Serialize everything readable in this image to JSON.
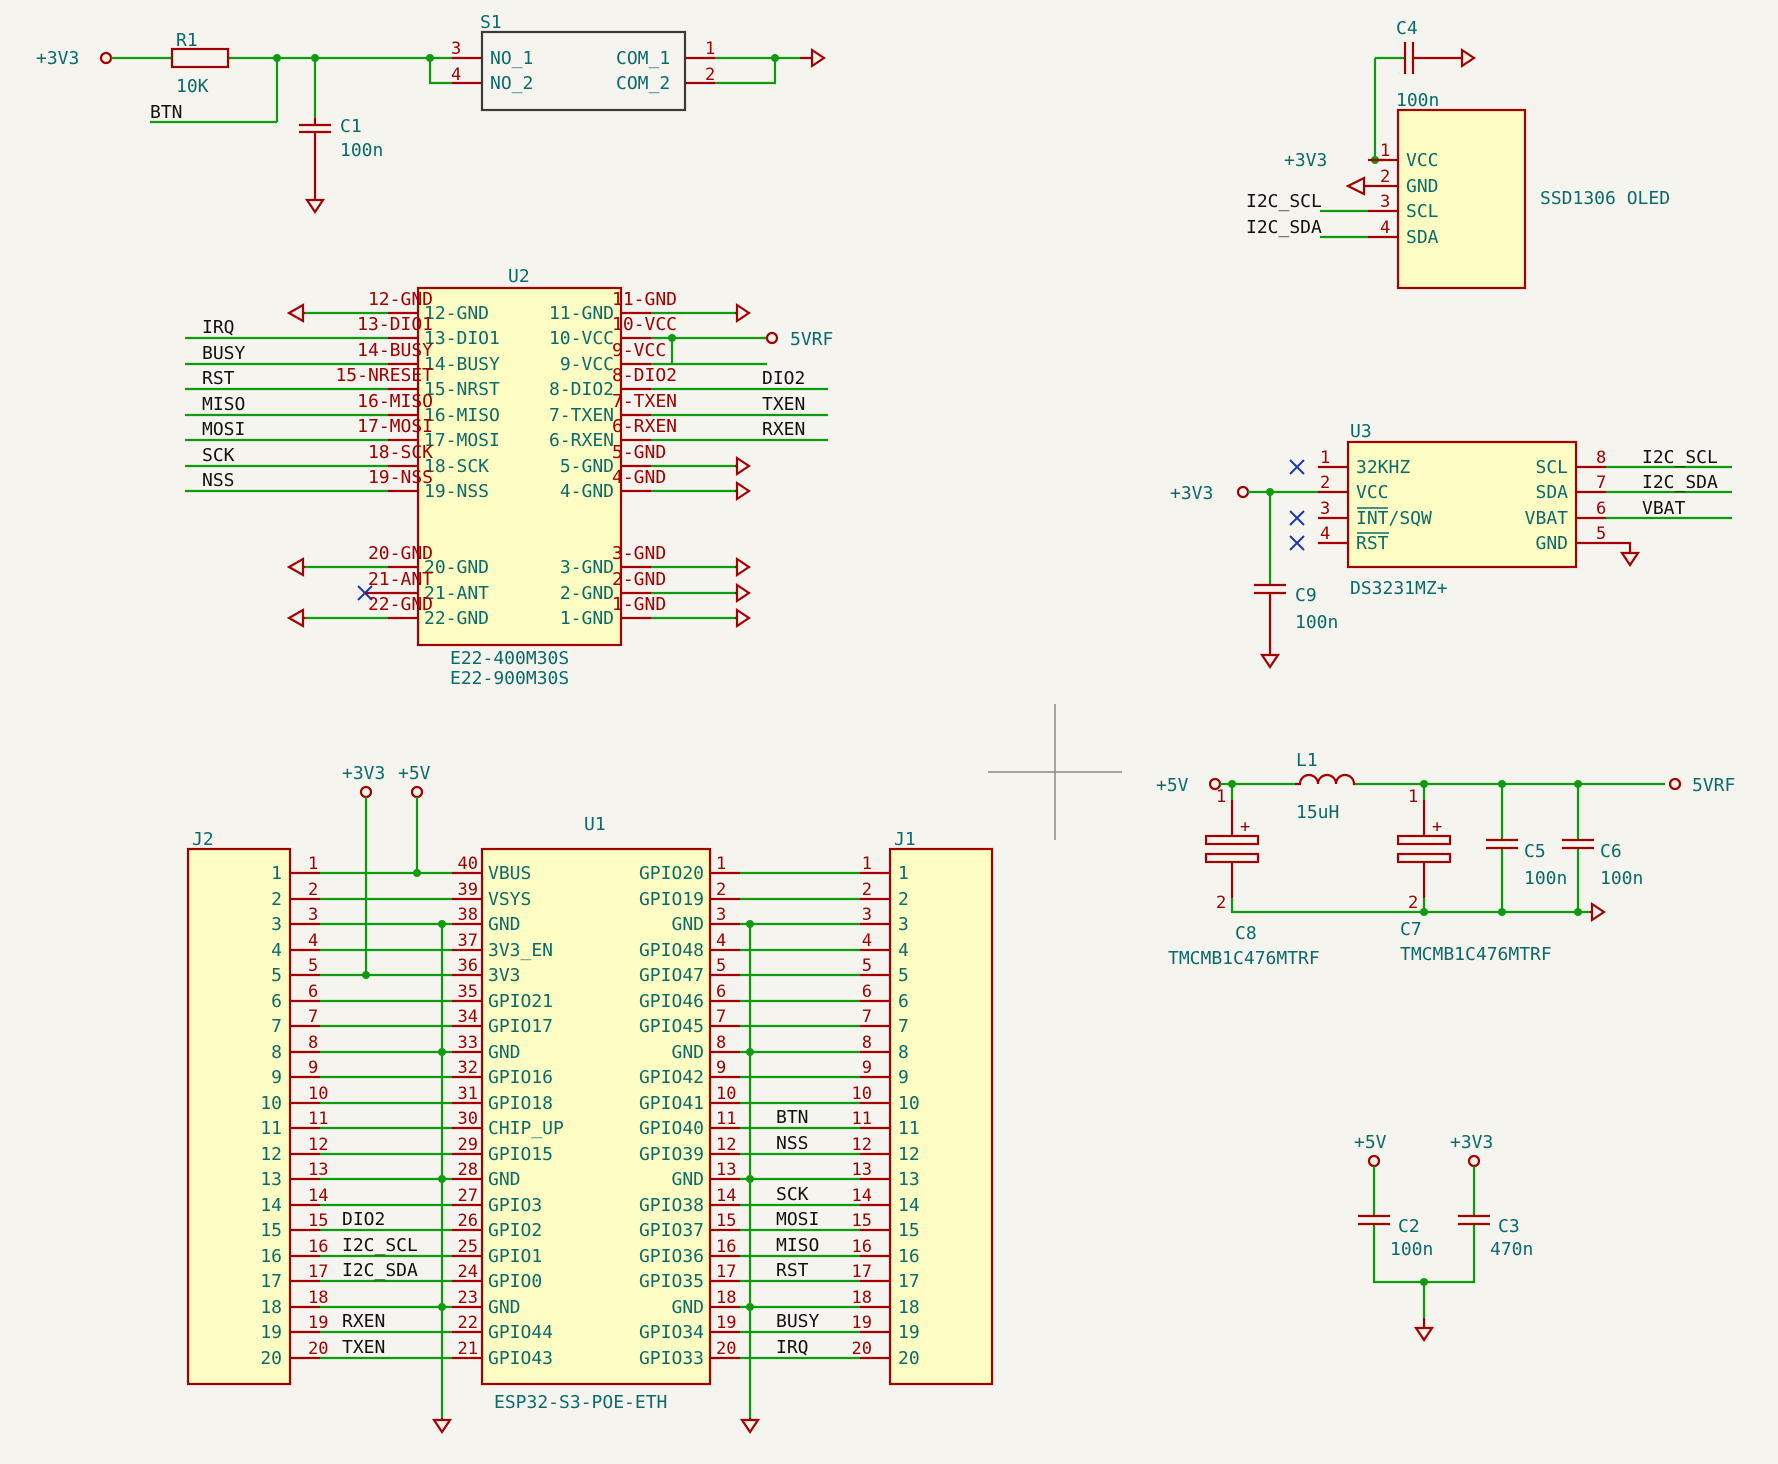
{
  "switch": {
    "ref": "S1",
    "pins": [
      "3",
      "4",
      "1",
      "2"
    ],
    "names": [
      "NO_1",
      "NO_2",
      "COM_1",
      "COM_2"
    ]
  },
  "r1": {
    "ref": "R1",
    "value": "10K"
  },
  "c1": {
    "ref": "C1",
    "value": "100n"
  },
  "power": {
    "v33": "+3V3",
    "v5": "+5V",
    "vrf": "5VRF"
  },
  "nets": {
    "btn": "BTN",
    "irq": "IRQ",
    "busy": "BUSY",
    "rst": "RST",
    "miso": "MISO",
    "mosi": "MOSI",
    "sck": "SCK",
    "nss": "NSS",
    "dio2": "DIO2",
    "txen": "TXEN",
    "rxen": "RXEN",
    "scl": "I2C_SCL",
    "sda": "I2C_SDA",
    "vbat": "VBAT"
  },
  "oled": {
    "ref": "C4",
    "cval": "100n",
    "name": "SSD1306 OLED",
    "pins": [
      "1",
      "2",
      "3",
      "4"
    ],
    "names": [
      "VCC",
      "GND",
      "SCL",
      "SDA"
    ]
  },
  "u2": {
    "ref": "U2",
    "value1": "E22-400M30S",
    "value2": "E22-900M30S",
    "left_pins": [
      {
        "n": "12-GND",
        "name": "12-GND"
      },
      {
        "n": "13-DIO1",
        "name": "13-DIO1"
      },
      {
        "n": "14-BUSY",
        "name": "14-BUSY"
      },
      {
        "n": "15-NRESET",
        "name": "15-NRST"
      },
      {
        "n": "16-MISO",
        "name": "16-MISO"
      },
      {
        "n": "17-MOSI",
        "name": "17-MOSI"
      },
      {
        "n": "18-SCK",
        "name": "18-SCK"
      },
      {
        "n": "19-NSS",
        "name": "19-NSS"
      },
      {
        "n": "20-GND",
        "name": "20-GND"
      },
      {
        "n": "21-ANT",
        "name": "21-ANT"
      },
      {
        "n": "22-GND",
        "name": "22-GND"
      }
    ],
    "right_pins": [
      {
        "n": "11-GND",
        "name": "11-GND"
      },
      {
        "n": "10-VCC",
        "name": "10-VCC"
      },
      {
        "n": "9-VCC",
        "name": "9-VCC"
      },
      {
        "n": "8-DIO2",
        "name": "8-DIO2"
      },
      {
        "n": "7-TXEN",
        "name": "7-TXEN"
      },
      {
        "n": "6-RXEN",
        "name": "6-RXEN"
      },
      {
        "n": "5-GND",
        "name": "5-GND"
      },
      {
        "n": "4-GND",
        "name": "4-GND"
      },
      {
        "n": "3-GND",
        "name": "3-GND"
      },
      {
        "n": "2-GND",
        "name": "2-GND"
      },
      {
        "n": "1-GND",
        "name": "1-GND"
      }
    ]
  },
  "u3": {
    "ref": "U3",
    "value": "DS3231MZ+",
    "c9ref": "C9",
    "c9val": "100n",
    "left": [
      {
        "n": "1",
        "name": "32KHZ"
      },
      {
        "n": "2",
        "name": "VCC"
      },
      {
        "n": "3",
        "name": "INT/SQW"
      },
      {
        "n": "4",
        "name": "RST"
      }
    ],
    "right": [
      {
        "n": "8",
        "name": "SCL"
      },
      {
        "n": "7",
        "name": "SDA"
      },
      {
        "n": "6",
        "name": "VBAT"
      },
      {
        "n": "5",
        "name": "GND"
      }
    ]
  },
  "u1": {
    "ref": "U1",
    "value": "ESP32-S3-POE-ETH",
    "left": [
      {
        "n": "40",
        "name": "VBUS"
      },
      {
        "n": "39",
        "name": "VSYS"
      },
      {
        "n": "38",
        "name": "GND"
      },
      {
        "n": "37",
        "name": "3V3_EN"
      },
      {
        "n": "36",
        "name": "3V3"
      },
      {
        "n": "35",
        "name": "GPIO21"
      },
      {
        "n": "34",
        "name": "GPIO17"
      },
      {
        "n": "33",
        "name": "GND"
      },
      {
        "n": "32",
        "name": "GPIO16"
      },
      {
        "n": "31",
        "name": "GPIO18"
      },
      {
        "n": "30",
        "name": "CHIP_UP"
      },
      {
        "n": "29",
        "name": "GPIO15"
      },
      {
        "n": "28",
        "name": "GND"
      },
      {
        "n": "27",
        "name": "GPIO3"
      },
      {
        "n": "26",
        "name": "GPIO2"
      },
      {
        "n": "25",
        "name": "GPIO1"
      },
      {
        "n": "24",
        "name": "GPIO0"
      },
      {
        "n": "23",
        "name": "GND"
      },
      {
        "n": "22",
        "name": "GPIO44"
      },
      {
        "n": "21",
        "name": "GPIO43"
      }
    ],
    "right": [
      {
        "n": "1",
        "name": "GPIO20"
      },
      {
        "n": "2",
        "name": "GPIO19"
      },
      {
        "n": "3",
        "name": "GND"
      },
      {
        "n": "4",
        "name": "GPIO48"
      },
      {
        "n": "5",
        "name": "GPIO47"
      },
      {
        "n": "6",
        "name": "GPIO46"
      },
      {
        "n": "7",
        "name": "GPIO45"
      },
      {
        "n": "8",
        "name": "GND"
      },
      {
        "n": "9",
        "name": "GPIO42"
      },
      {
        "n": "10",
        "name": "GPIO41"
      },
      {
        "n": "11",
        "name": "GPIO40"
      },
      {
        "n": "12",
        "name": "GPIO39"
      },
      {
        "n": "13",
        "name": "GND"
      },
      {
        "n": "14",
        "name": "GPIO38"
      },
      {
        "n": "15",
        "name": "GPIO37"
      },
      {
        "n": "16",
        "name": "GPIO36"
      },
      {
        "n": "17",
        "name": "GPIO35"
      },
      {
        "n": "18",
        "name": "GND"
      },
      {
        "n": "19",
        "name": "GPIO34"
      },
      {
        "n": "20",
        "name": "GPIO33"
      }
    ]
  },
  "j2": {
    "ref": "J2"
  },
  "j1": {
    "ref": "J1"
  },
  "j2_labels": {
    "15": "DIO2",
    "16": "I2C_SCL",
    "17": "I2C_SDA",
    "19": "RXEN",
    "20": "TXEN"
  },
  "j1_labels": {
    "11": "BTN",
    "12": "NSS",
    "14": "SCK",
    "15": "MOSI",
    "16": "MISO",
    "17": "RST",
    "19": "BUSY",
    "20": "IRQ"
  },
  "filter": {
    "l1ref": "L1",
    "l1val": "15uH",
    "c8ref": "C8",
    "c8val": "TMCMB1C476MTRF",
    "c7ref": "C7",
    "c7val": "TMCMB1C476MTRF",
    "c5ref": "C5",
    "c5val": "100n",
    "c6ref": "C6",
    "c6val": "100n"
  },
  "decoup": {
    "c2ref": "C2",
    "c2val": "100n",
    "c3ref": "C3",
    "c3val": "470n"
  }
}
